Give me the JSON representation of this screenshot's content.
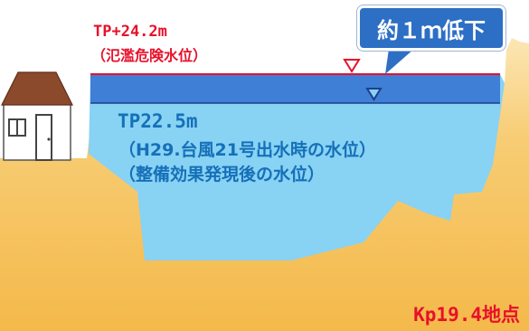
{
  "upper_level": {
    "label": "TP+24.2m",
    "note": "（氾濫危険水位）"
  },
  "lower_level": {
    "label": "TP22.5m",
    "note1": "（H29.台風21号出水時の水位）",
    "note2": "（整備効果発現後の水位）"
  },
  "callout": {
    "text": "約１ｍ低下"
  },
  "location": {
    "label": "Kp19.4地点"
  },
  "colors": {
    "ground": "#f5c15a",
    "water_light": "#88d2f4",
    "water_band": "#3f7fd6",
    "danger_line": "#e8102a",
    "callout_bg": "#2d6fc4"
  }
}
